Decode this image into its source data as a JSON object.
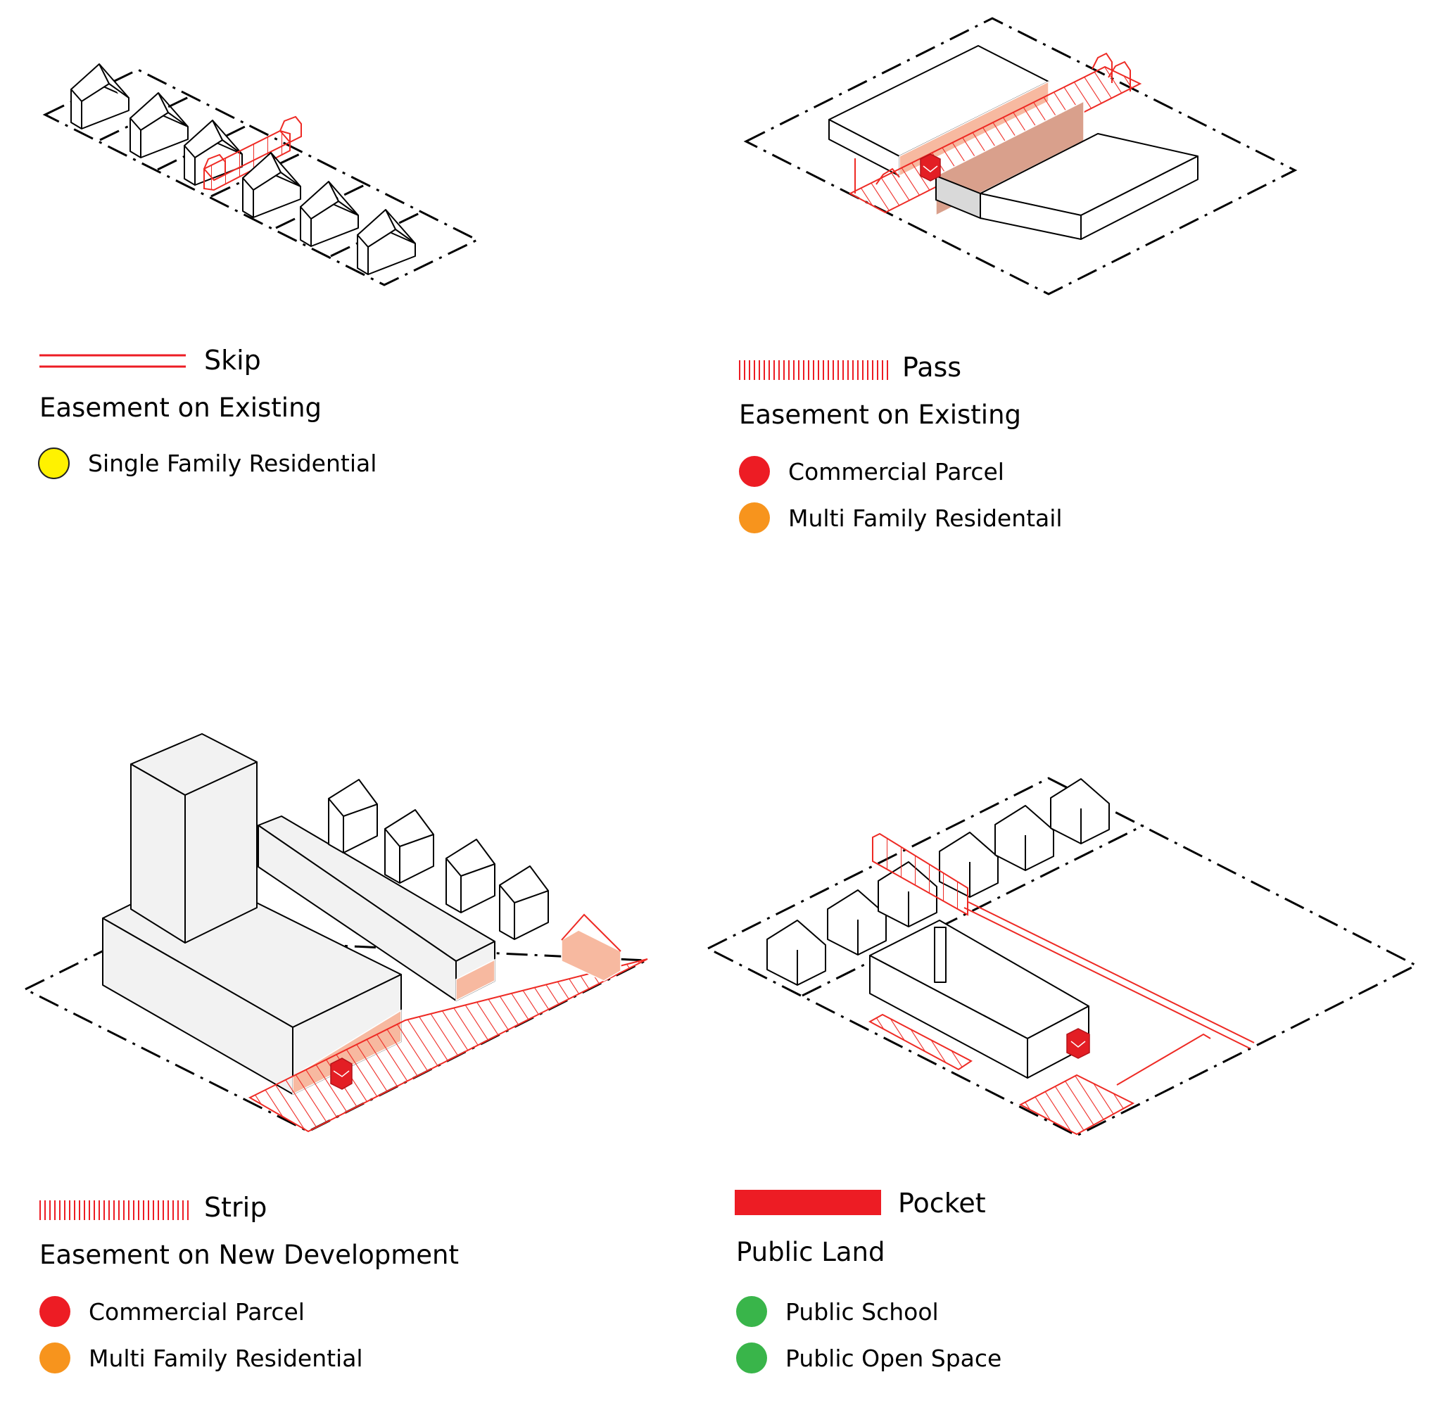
{
  "panels": [
    {
      "id": "skip",
      "title": "Skip",
      "subtitle": "Easement on Existing",
      "swatch": "double-line",
      "items": [
        {
          "label": "Single Family Residential",
          "color": "#fff200",
          "outlined": true
        }
      ]
    },
    {
      "id": "pass",
      "title": "Pass",
      "subtitle": "Easement on Existing",
      "swatch": "vertical-hatch",
      "items": [
        {
          "label": "Commercial Parcel",
          "color": "#ed1c24",
          "outlined": false
        },
        {
          "label": "Multi Family Residentail",
          "color": "#f7941d",
          "outlined": false
        }
      ]
    },
    {
      "id": "strip",
      "title": "Strip",
      "subtitle": "Easement on New Development",
      "swatch": "vertical-hatch",
      "items": [
        {
          "label": "Commercial Parcel",
          "color": "#ed1c24",
          "outlined": false
        },
        {
          "label": "Multi Family Residential",
          "color": "#f7941d",
          "outlined": false
        }
      ]
    },
    {
      "id": "pocket",
      "title": "Pocket",
      "subtitle": "Public Land",
      "swatch": "solid-bar",
      "items": [
        {
          "label": "Public School",
          "color": "#39b54a",
          "outlined": false
        },
        {
          "label": "Public Open Space",
          "color": "#39b54a",
          "outlined": false
        }
      ]
    }
  ],
  "colors": {
    "easement_red": "#ed1c24",
    "facade_peach": "#f7b9a0",
    "building_gray": "#f2f2f2"
  }
}
